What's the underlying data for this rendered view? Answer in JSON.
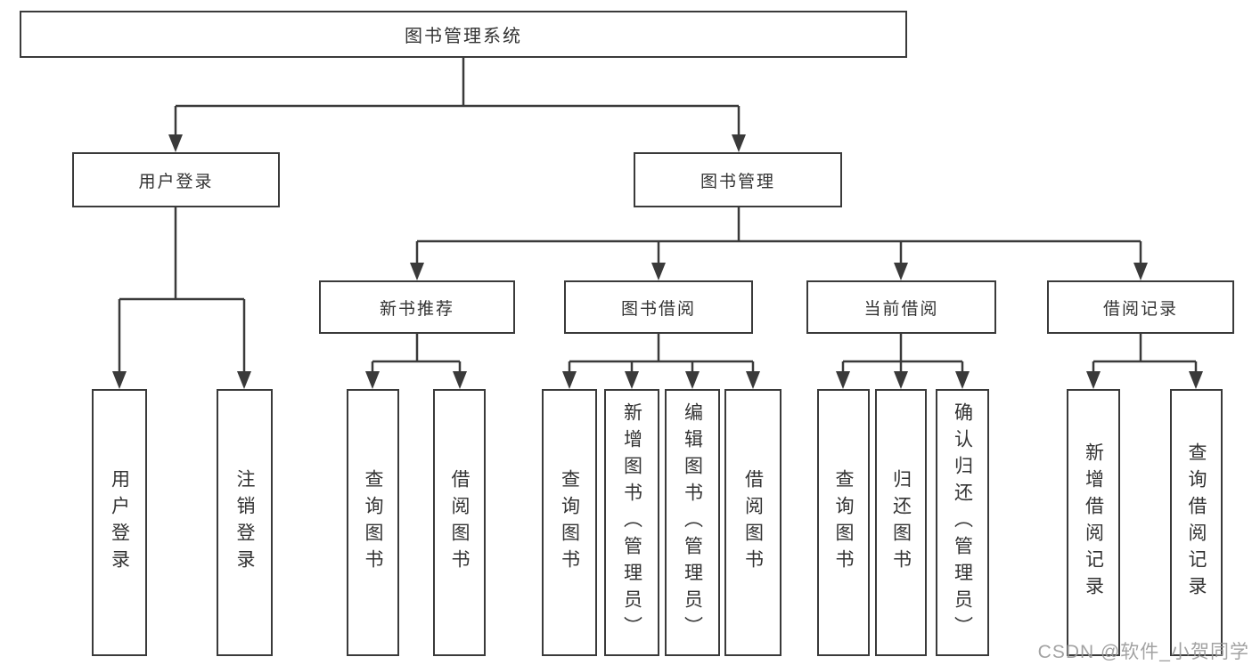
{
  "tree": {
    "root": {
      "label": "图书管理系统"
    },
    "children": [
      {
        "label": "用户登录",
        "children": [
          {
            "label": "用户登录"
          },
          {
            "label": "注销登录"
          }
        ]
      },
      {
        "label": "图书管理",
        "children": [
          {
            "label": "新书推荐",
            "children": [
              {
                "label": "查询图书"
              },
              {
                "label": "借阅图书"
              }
            ]
          },
          {
            "label": "图书借阅",
            "children": [
              {
                "label": "查询图书"
              },
              {
                "label": "新增图书（管理员）"
              },
              {
                "label": "编辑图书（管理员）"
              },
              {
                "label": "借阅图书"
              }
            ]
          },
          {
            "label": "当前借阅",
            "children": [
              {
                "label": "查询图书"
              },
              {
                "label": "归还图书"
              },
              {
                "label": "确认归还（管理员）"
              }
            ]
          },
          {
            "label": "借阅记录",
            "children": [
              {
                "label": "新增借阅记录"
              },
              {
                "label": "查询借阅记录"
              }
            ]
          }
        ]
      }
    ]
  },
  "watermark": {
    "text": "CSDN @软件_小贺同学"
  },
  "colors": {
    "line": "#3a3a3a",
    "text": "#333333",
    "background": "#ffffff",
    "watermark": "#999999"
  }
}
